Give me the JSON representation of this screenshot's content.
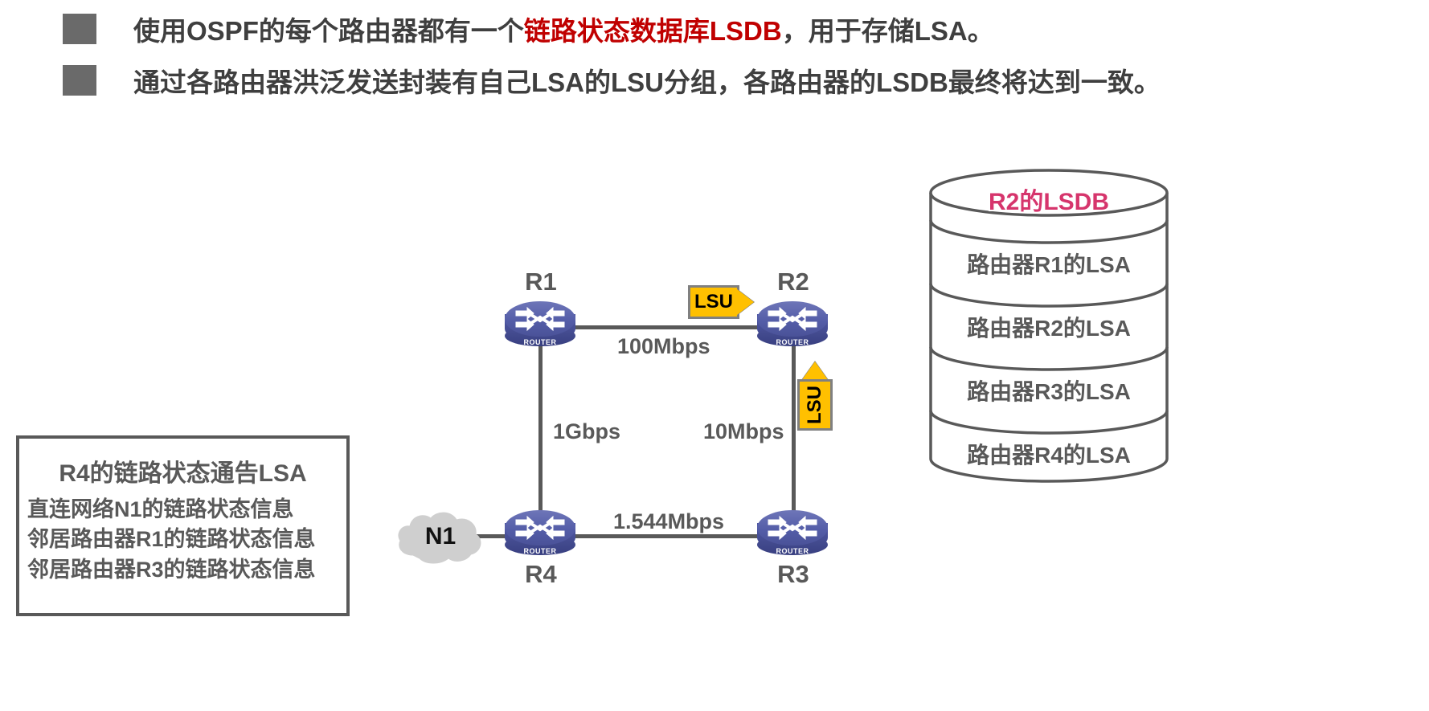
{
  "header": {
    "bullets": [
      {
        "pre": "使用OSPF的每个路由器都有一个",
        "highlight": "链路状态数据库LSDB",
        "post": "，用于存储LSA。"
      },
      {
        "pre": "通过各路由器洪泛发送封装有自己LSA的LSU分组，各路由器的LSDB最终将达到一致。",
        "highlight": "",
        "post": ""
      }
    ],
    "highlight_color": "#c00000"
  },
  "lsa_box": {
    "title": "R4的链路状态通告LSA",
    "lines": [
      "直连网络N1的链路状态信息",
      "邻居路由器R1的链路状态信息",
      "邻居路由器R3的链路状态信息"
    ],
    "border_color": "#595959"
  },
  "network": {
    "routers": [
      {
        "id": "R1",
        "name": "R1",
        "badge": "ROUTER"
      },
      {
        "id": "R2",
        "name": "R2",
        "badge": "ROUTER"
      },
      {
        "id": "R3",
        "name": "R3",
        "badge": "ROUTER"
      },
      {
        "id": "R4",
        "name": "R4",
        "badge": "ROUTER"
      }
    ],
    "cloud": {
      "label": "N1"
    },
    "links": [
      {
        "from": "R1",
        "to": "R2",
        "label": "100Mbps"
      },
      {
        "from": "R1",
        "to": "R4",
        "label": "1Gbps"
      },
      {
        "from": "R2",
        "to": "R3",
        "label": "10Mbps"
      },
      {
        "from": "R4",
        "to": "R3",
        "label": "1.544Mbps"
      }
    ],
    "lsu_tags": [
      {
        "label": "LSU",
        "direction": "right"
      },
      {
        "label": "LSU",
        "direction": "up"
      }
    ],
    "router_color": "#4a5298",
    "link_color": "#595959",
    "lsu_color": "#ffc000"
  },
  "lsdb": {
    "title": "R2的LSDB",
    "title_color": "#d6356c",
    "entries": [
      "路由器R1的LSA",
      "路由器R2的LSA",
      "路由器R3的LSA",
      "路由器R4的LSA"
    ],
    "outline_color": "#595959"
  }
}
